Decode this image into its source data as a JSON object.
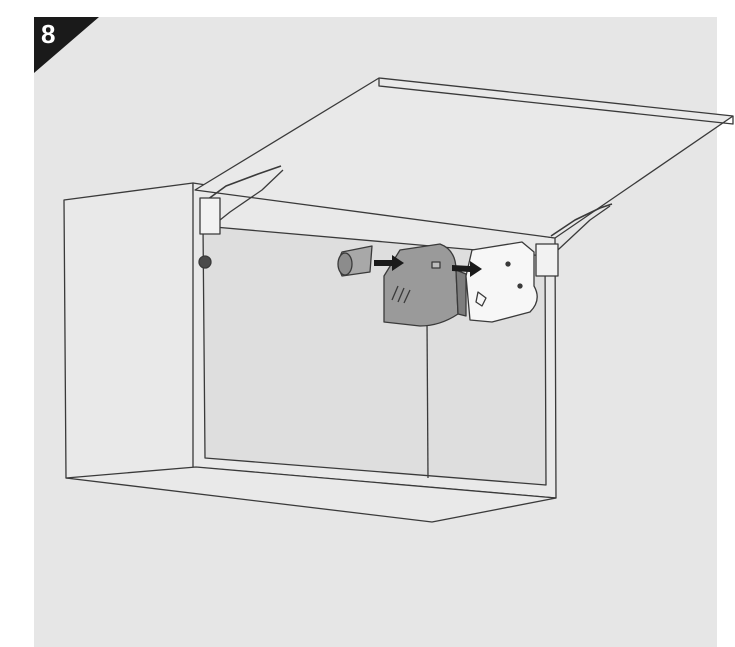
{
  "step": {
    "number": "8"
  },
  "colors": {
    "panel_background": "#e6e6e6",
    "badge_fill": "#1a1a1a",
    "outline": "#3a3a3a",
    "cabinet_face": "#e9e9e9",
    "inner_back": "#dedede",
    "lift_cover": "#9a9a9a",
    "arrow": "#1a1a1a"
  },
  "illustration": {
    "subject": "cabinet-with-lift-up-door",
    "parts": [
      "lift-mechanism-cover",
      "end-cap",
      "lift-mechanism",
      "hinge-arm-left",
      "hinge-arm-right"
    ],
    "arrows": [
      "arrow-cap-to-cover",
      "arrow-cover-to-mechanism"
    ]
  }
}
